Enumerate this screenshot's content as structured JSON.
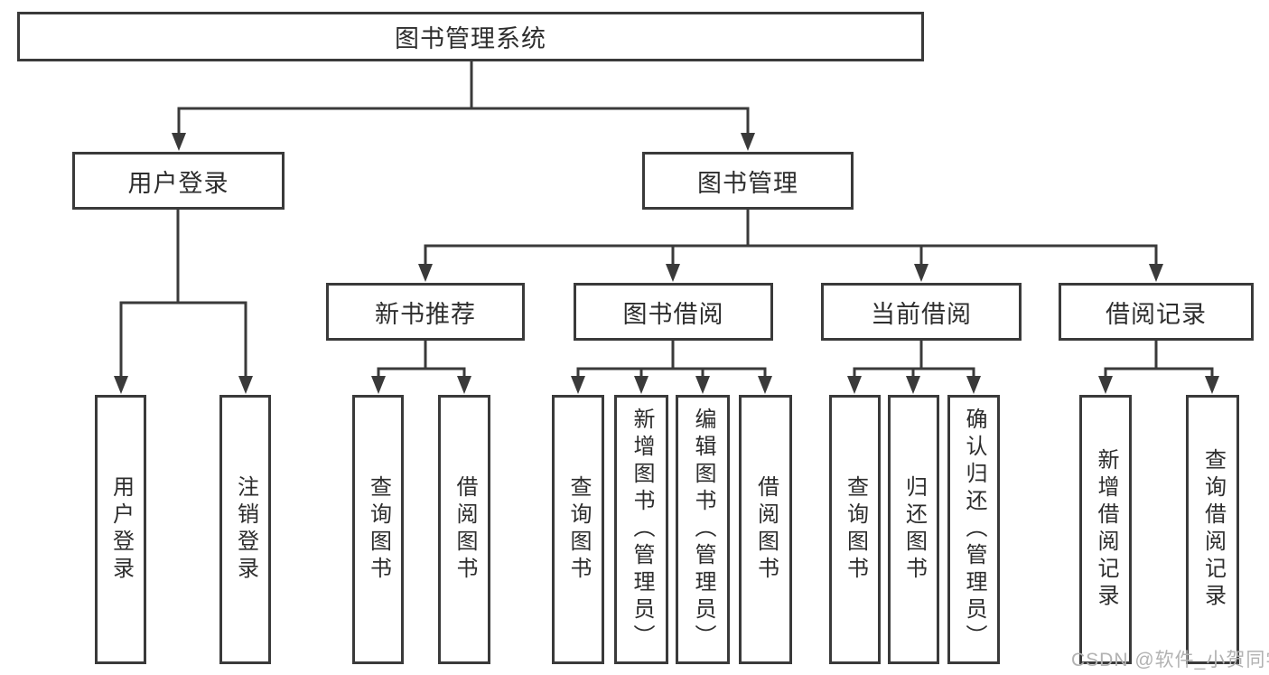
{
  "tree": {
    "label": "图书管理系统",
    "children": [
      {
        "label": "用户登录",
        "children": [
          {
            "label": "用户登录"
          },
          {
            "label": "注销登录"
          }
        ]
      },
      {
        "label": "图书管理",
        "children": [
          {
            "label": "新书推荐",
            "children": [
              {
                "label": "查询图书"
              },
              {
                "label": "借阅图书"
              }
            ]
          },
          {
            "label": "图书借阅",
            "children": [
              {
                "label": "查询图书"
              },
              {
                "label": "新增图书（管理员）"
              },
              {
                "label": "编辑图书（管理员）"
              },
              {
                "label": "借阅图书"
              }
            ]
          },
          {
            "label": "当前借阅",
            "children": [
              {
                "label": "查询图书"
              },
              {
                "label": "归还图书"
              },
              {
                "label": "确认归还（管理员）"
              }
            ]
          },
          {
            "label": "借阅记录",
            "children": [
              {
                "label": "新增借阅记录"
              },
              {
                "label": "查询借阅记录"
              }
            ]
          }
        ]
      }
    ]
  },
  "watermark": {
    "text": "CSDN @软件_小贺同学"
  },
  "colors": {
    "line": "#3a3a3a",
    "text": "#2d2d2d",
    "watermark": "#b2b2b2",
    "background": "#ffffff"
  }
}
